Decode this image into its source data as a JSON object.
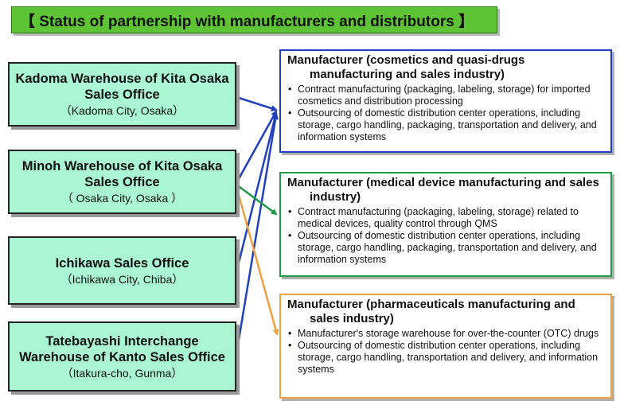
{
  "title": "【 Status of partnership with manufacturers and distributors 】",
  "offices": [
    {
      "name": "Kadoma Warehouse of Kita Osaka Sales Office",
      "location": "（Kadoma City, Osaka）"
    },
    {
      "name": "Minoh Warehouse of Kita Osaka Sales Office",
      "location": "（ Osaka City, Osaka ）"
    },
    {
      "name": "Ichikawa Sales Office",
      "location": "（Ichikawa City, Chiba）"
    },
    {
      "name": "Tatebayashi Interchange Warehouse of Kanto Sales Office",
      "location": "（Itakura-cho, Gunma）"
    }
  ],
  "manufacturers": [
    {
      "heading": "Manufacturer (cosmetics and quasi-drugs manufacturing and sales industry)",
      "color": "#1f3fbf",
      "items": [
        "Contract manufacturing (packaging, labeling, storage) for imported cosmetics and distribution processing",
        "Outsourcing of domestic distribution center operations, including storage, cargo handling, packaging, transportation and delivery, and information systems"
      ]
    },
    {
      "heading": "Manufacturer (medical device manufacturing and sales industry)",
      "color": "#1e9a47",
      "items": [
        "Contract manufacturing (packaging, labeling, storage) related to medical devices, quality control through QMS",
        "Outsourcing of domestic distribution center operations, including storage, cargo handling, packaging, transportation and delivery, and information systems"
      ]
    },
    {
      "heading": "Manufacturer (pharmaceuticals manufacturing and sales industry)",
      "color": "#f0a040",
      "items": [
        "Manufacturer's storage warehouse for over-the-counter (OTC) drugs",
        "Outsourcing of domestic distribution center operations, including storage, cargo handling, transportation and delivery, and information systems"
      ]
    }
  ],
  "colors": {
    "title_bg": "#5ec435",
    "office_bg": "#aaf5d2",
    "blue_arrow": "#1f3fbf",
    "green_arrow": "#1e9a47",
    "orange_arrow": "#f0a040"
  }
}
